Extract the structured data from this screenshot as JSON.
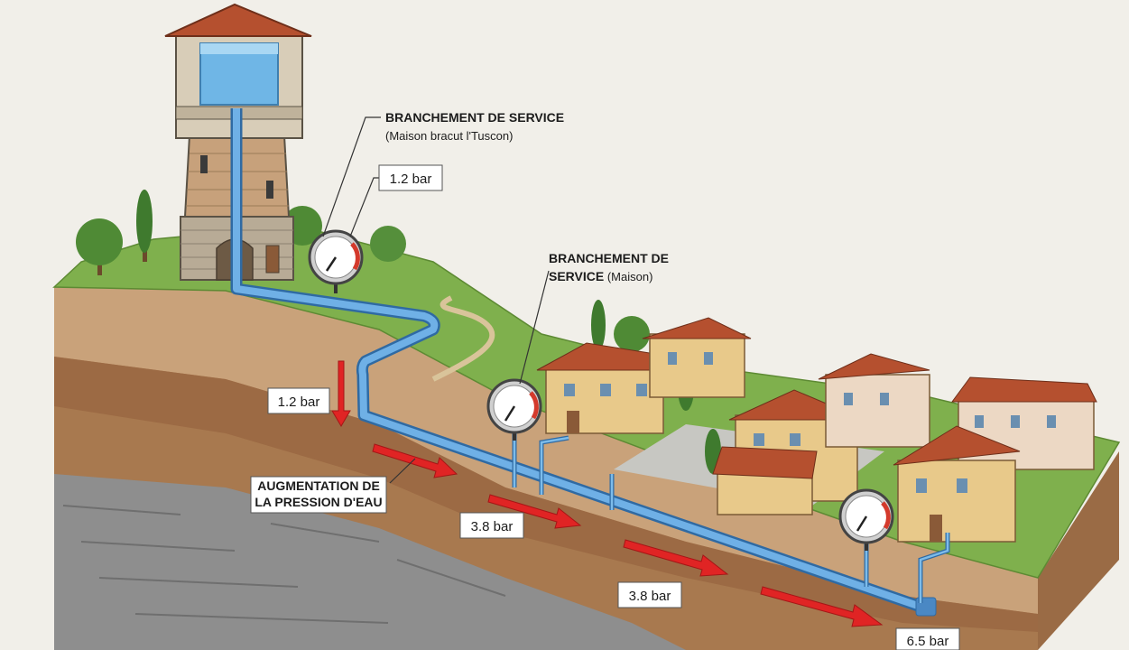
{
  "labels": {
    "service_branch_top_title": "BRANCHEMENT DE SERVICE",
    "service_branch_top_sub": "(Maison bracut l'Tuscon)",
    "service_branch_mid_line1": "BRANCHEMENT DE",
    "service_branch_mid_line2_bold": "SERVICE",
    "service_branch_mid_line2_rest": " (Maison)",
    "pressure_increase_line1": "AUGMENTATION DE",
    "pressure_increase_line2": "LA PRESSION D'EAU"
  },
  "pressure_readings": {
    "gauge_top": "1.2 bar",
    "left_arrow": "1.2 bar",
    "mid": "3.8 bar",
    "lower": "3.8 bar",
    "end": "6.5 bar"
  },
  "icons": [
    "water-tower-icon",
    "pressure-gauge-icon",
    "house-icon",
    "tree-icon",
    "arrow-icon"
  ],
  "colors": {
    "pipe": "#5b9bd5",
    "pipe_dark": "#2f6aa3",
    "arrow": "#e02424",
    "grass": "#7fb04d",
    "soil": "#b8835a",
    "rock": "#8f8f8f",
    "roof": "#b5502f",
    "wall": "#e8c98a"
  }
}
